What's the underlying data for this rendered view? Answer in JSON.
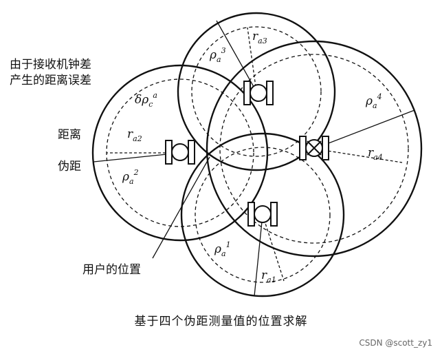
{
  "labels": {
    "clock_error_line1": "由于接收机钟差",
    "clock_error_line2": "产生的距离误差",
    "range": "距离",
    "pseudorange": "伪距",
    "user_position": "用户的位置"
  },
  "symbols": {
    "delta_rho": {
      "base": "δρ",
      "sub": "c",
      "sup": "a"
    },
    "r_a1": {
      "base": "r",
      "sub": "a1"
    },
    "r_a2": {
      "base": "r",
      "sub": "a2"
    },
    "r_a3": {
      "base": "r",
      "sub": "a3"
    },
    "r_a4": {
      "base": "r",
      "sub": "a4"
    },
    "rho_1": {
      "base": "ρ",
      "sub": "a",
      "sup": "1"
    },
    "rho_2": {
      "base": "ρ",
      "sub": "a",
      "sup": "2"
    },
    "rho_3": {
      "base": "ρ",
      "sub": "a",
      "sup": "3"
    },
    "rho_4": {
      "base": "ρ",
      "sub": "a",
      "sup": "4"
    }
  },
  "caption": "基于四个伪距测量值的位置求解",
  "credit": "CSDN @scott_zy1"
}
